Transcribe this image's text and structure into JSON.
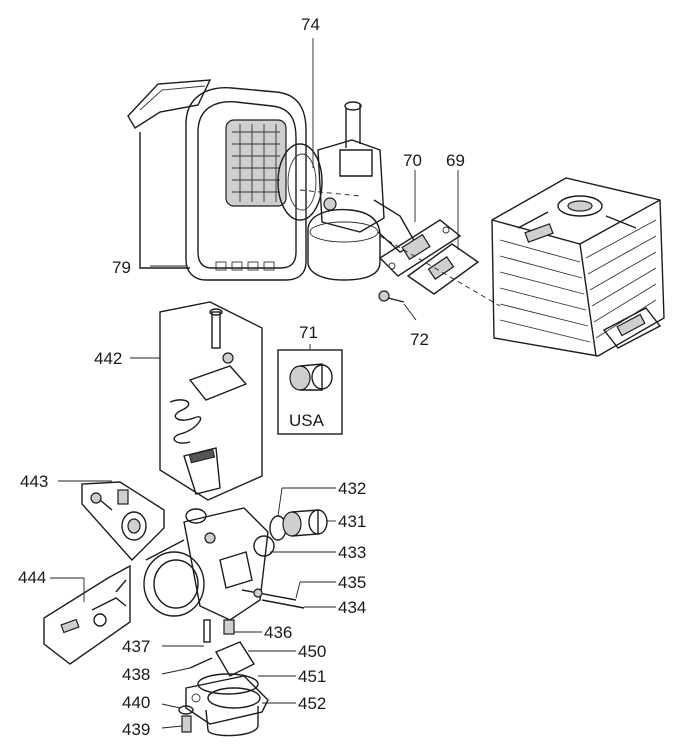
{
  "callouts": {
    "c74": "74",
    "c70": "70",
    "c69": "69",
    "c79": "79",
    "c72": "72",
    "c71": "71",
    "c442": "442",
    "c443": "443",
    "c432": "432",
    "c431": "431",
    "c433": "433",
    "c444": "444",
    "c435": "435",
    "c434": "434",
    "c436": "436",
    "c437": "437",
    "c450": "450",
    "c438": "438",
    "c451": "451",
    "c440": "440",
    "c452": "452",
    "c439": "439"
  },
  "box71": {
    "region": "USA"
  },
  "colors": {
    "line": "#1c1c1c",
    "background": "#ffffff",
    "shade": "#cfcfcf"
  }
}
